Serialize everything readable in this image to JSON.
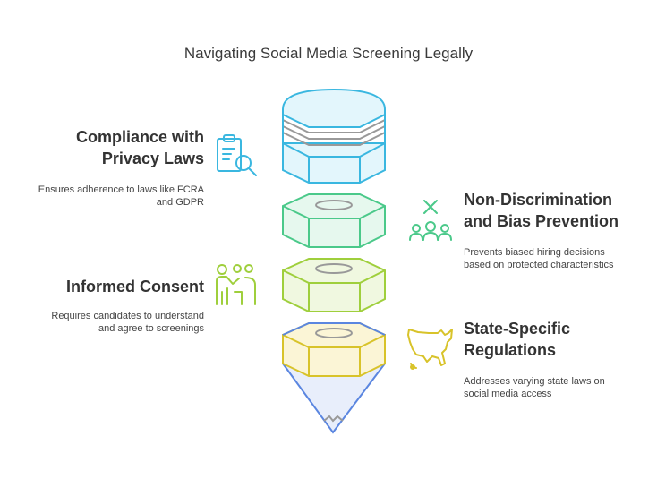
{
  "title": "Navigating Social Media Screening Legally",
  "items": [
    {
      "heading_line1": "Compliance with",
      "heading_line2": "Privacy Laws",
      "desc_line1": "Ensures adherence to laws like FCRA",
      "desc_line2": "and GDPR",
      "icon": "clipboard-search-icon",
      "color": "#3ab7e0"
    },
    {
      "heading_line1": "Non-Discrimination",
      "heading_line2": "and Bias Prevention",
      "desc_line1": "Prevents biased hiring decisions",
      "desc_line2": "based on protected characteristics",
      "icon": "people-x-icon",
      "color": "#4bc98a"
    },
    {
      "heading_line1": "Informed Consent",
      "desc_line1": "Requires candidates to understand",
      "desc_line2": "and agree to screenings",
      "icon": "presenter-icon",
      "color": "#9fcf3c"
    },
    {
      "heading_line1": "State-Specific",
      "heading_line2": "Regulations",
      "desc_line1": "Addresses varying state laws on",
      "desc_line2": "social media access",
      "icon": "us-map-icon",
      "color": "#d8c32a"
    }
  ]
}
